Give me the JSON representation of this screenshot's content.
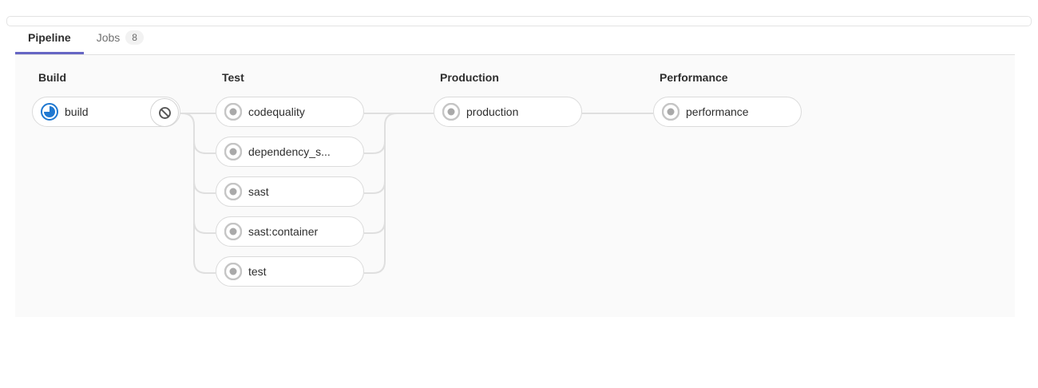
{
  "tabs": {
    "pipeline": {
      "label": "Pipeline",
      "active": true
    },
    "jobs": {
      "label": "Jobs",
      "count": "8"
    }
  },
  "colors": {
    "accent": "#6666c4",
    "running": "#1f78d1",
    "created_ring": "#c5c5c5",
    "created_dot": "#a9a9a9",
    "connector": "#dfdfdf",
    "cancel_glyph": "#565656"
  },
  "pipeline": {
    "stages": [
      {
        "name": "Build",
        "jobs": [
          {
            "name": "build",
            "status": "running",
            "action": "cancel"
          }
        ]
      },
      {
        "name": "Test",
        "jobs": [
          {
            "name": "codequality",
            "status": "created"
          },
          {
            "name": "dependency_s...",
            "status": "created"
          },
          {
            "name": "sast",
            "status": "created"
          },
          {
            "name": "sast:container",
            "status": "created"
          },
          {
            "name": "test",
            "status": "created"
          }
        ]
      },
      {
        "name": "Production",
        "jobs": [
          {
            "name": "production",
            "status": "created"
          }
        ]
      },
      {
        "name": "Performance",
        "jobs": [
          {
            "name": "performance",
            "status": "created"
          }
        ]
      }
    ]
  }
}
